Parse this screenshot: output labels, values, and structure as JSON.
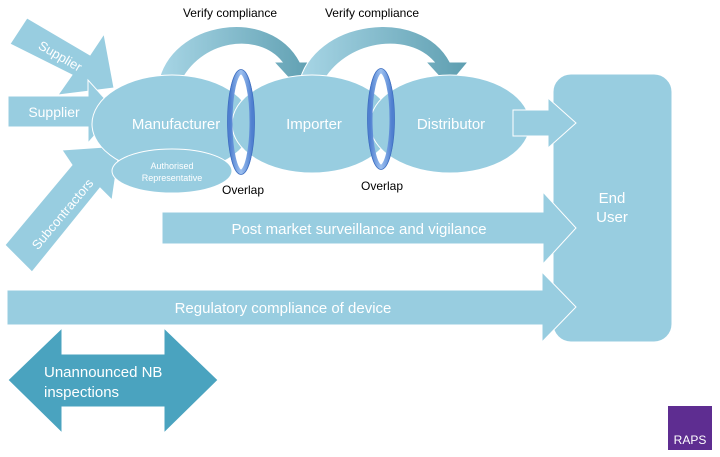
{
  "diagram": {
    "verify_compliance_1": "Verify compliance",
    "verify_compliance_2": "Verify compliance",
    "supplier_1": "Supplier",
    "supplier_2": "Supplier",
    "subcontractors": "Subcontractors",
    "manufacturer": "Manufacturer",
    "importer": "Importer",
    "distributor": "Distributor",
    "authorised_rep_line1": "Authorised",
    "authorised_rep_line2": "Representative",
    "overlap_1": "Overlap",
    "overlap_2": "Overlap",
    "end_user_line1": "End",
    "end_user_line2": "User",
    "post_market": "Post market surveillance and vigilance",
    "regulatory": "Regulatory compliance of device",
    "inspections_line1": "Unannounced NB",
    "inspections_line2": "inspections"
  },
  "logo": {
    "text": "RAPS",
    "color": "#5e2d91"
  },
  "colors": {
    "light_blue": "#98cde0",
    "mid_blue": "#8cc5d8",
    "dark_teal": "#4aa3bf",
    "ring_blue": "#6d95d9",
    "arc_dark": "#5a9aac"
  }
}
